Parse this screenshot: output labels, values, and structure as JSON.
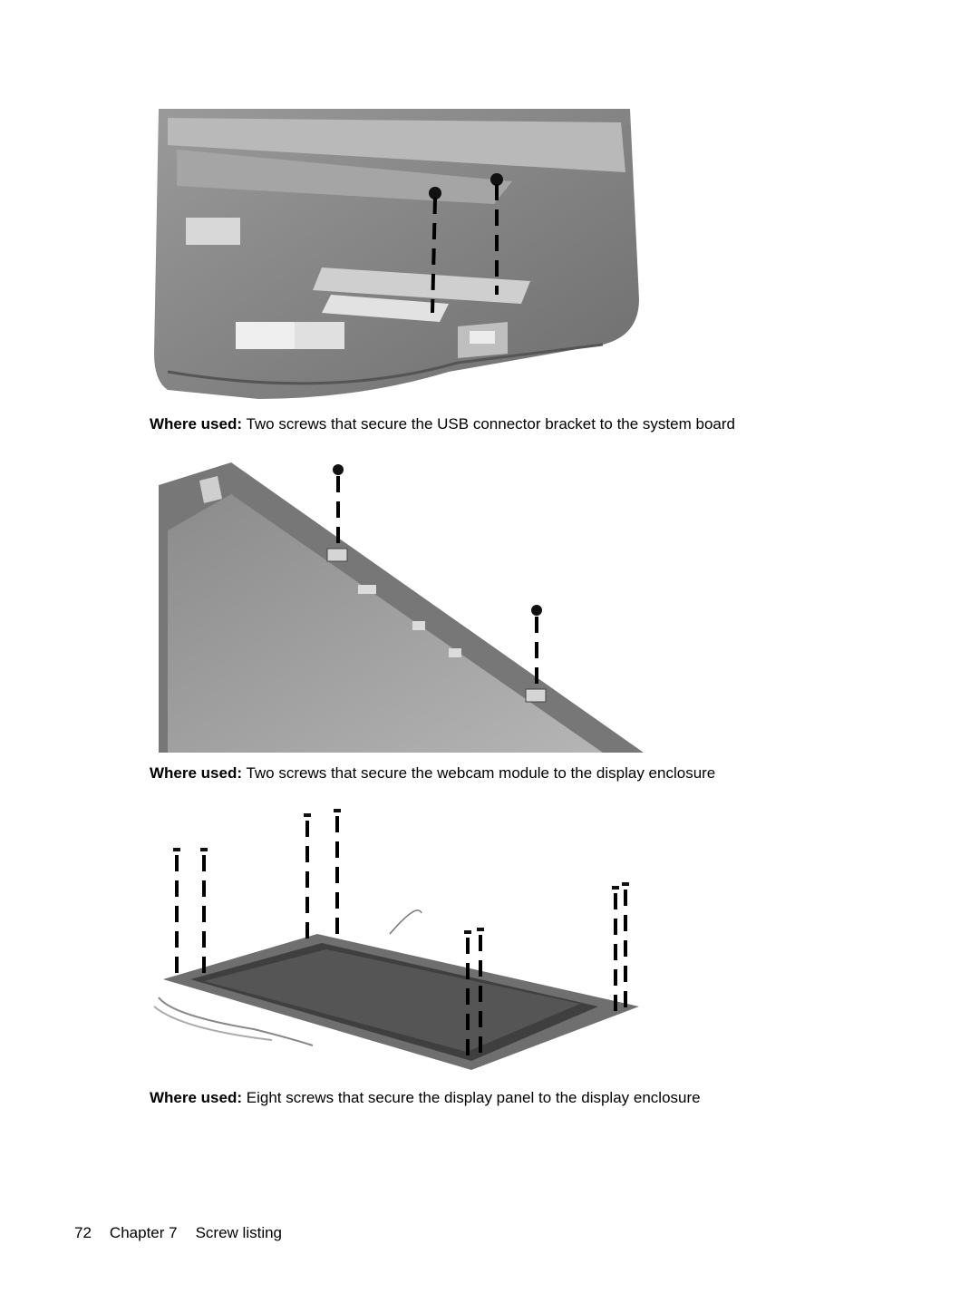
{
  "figures": [
    {
      "caption_label": "Where used:",
      "caption_text": " Two screws that secure the USB connector bracket to the system board"
    },
    {
      "caption_label": "Where used:",
      "caption_text": " Two screws that secure the webcam module to the display enclosure"
    },
    {
      "caption_label": "Where used:",
      "caption_text": " Eight screws that secure the display panel to the display enclosure"
    }
  ],
  "footer": {
    "page_number": "72",
    "chapter": "Chapter 7",
    "section": "Screw listing"
  }
}
